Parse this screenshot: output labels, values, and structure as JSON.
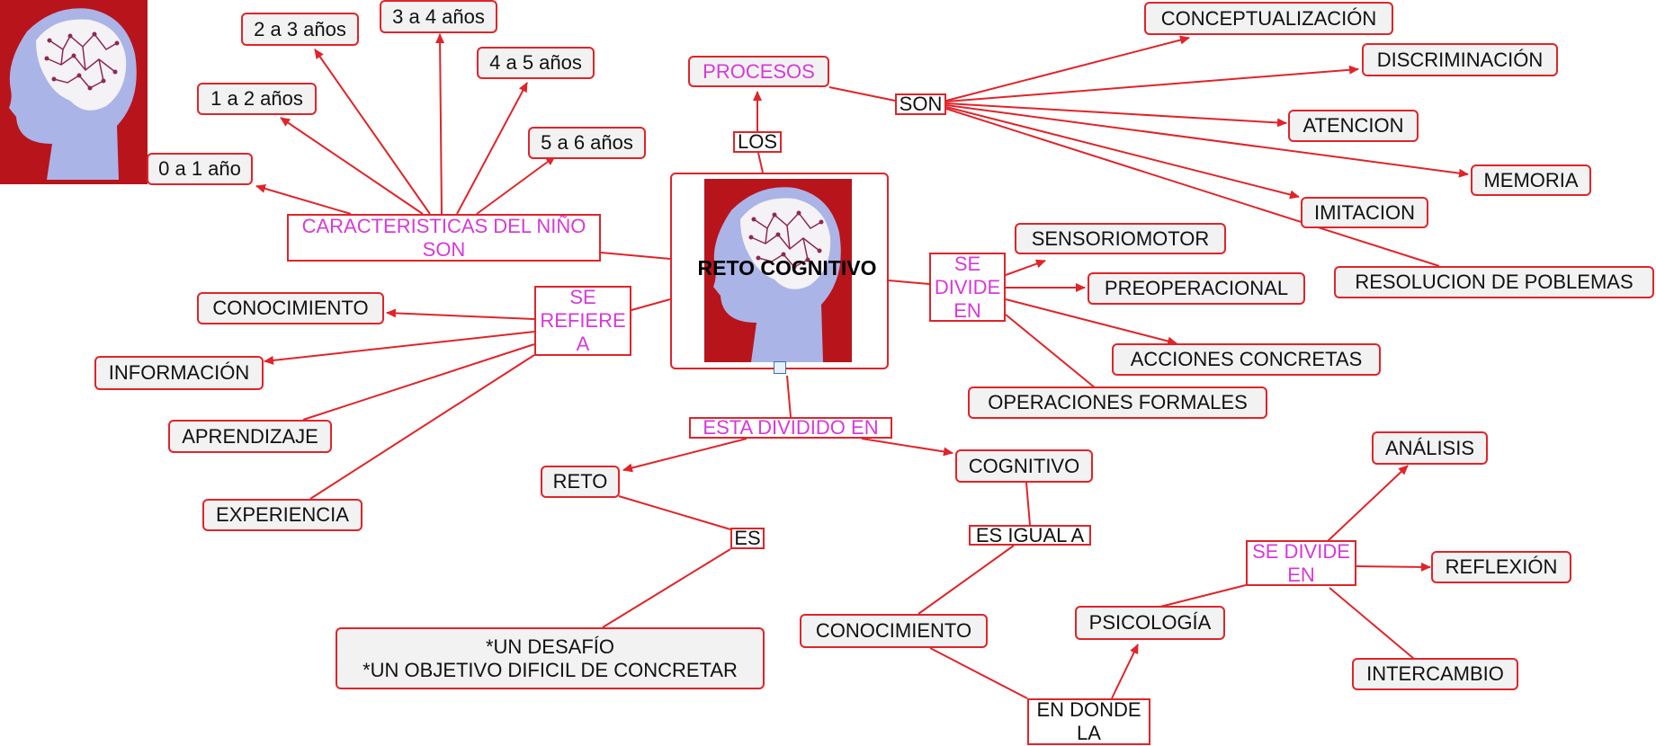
{
  "center": {
    "title": "RETO COGNITIVO"
  },
  "links": {
    "los": "LOS",
    "procesos": "PROCESOS",
    "son": "SON",
    "caracteristicas": "CARACTERISTICAS DEL NIÑO\nSON",
    "se_refiere": "SE\nREFIERE\nA",
    "se_divide_en": "SE\nDIVIDE\nEN",
    "esta_dividido": "ESTA DIVIDIDO EN",
    "es": "ES",
    "es_igual_a": "ES IGUAL A",
    "en_donde_la": "EN DONDE\nLA",
    "se_divide_en_2": "SE DIVIDE\nEN"
  },
  "concepts": {
    "age_0_1": "0 a 1 año",
    "age_1_2": "1 a 2 años",
    "age_2_3": "2 a 3 años",
    "age_3_4": "3 a 4 años",
    "age_4_5": "4 a 5 años",
    "age_5_6": "5 a 6 años",
    "conceptualizacion": "CONCEPTUALIZACIÓN",
    "discriminacion": "DISCRIMINACIÓN",
    "atencion": "ATENCION",
    "memoria": "MEMORIA",
    "imitacion": "IMITACION",
    "resolucion": "RESOLUCION DE POBLEMAS",
    "sensoriomotor": "SENSORIOMOTOR",
    "preoperacional": "PREOPERACIONAL",
    "acciones": "ACCIONES CONCRETAS",
    "operaciones": "OPERACIONES FORMALES",
    "conocimiento_left": "CONOCIMIENTO",
    "informacion": "INFORMACIÓN",
    "aprendizaje": "APRENDIZAJE",
    "experiencia": "EXPERIENCIA",
    "reto": "RETO",
    "cognitivo": "COGNITIVO",
    "desafio": "*UN DESAFÍO\n*UN OBJETIVO DIFICIL DE CONCRETAR",
    "conocimiento_bottom": "CONOCIMIENTO",
    "psicologia": "PSICOLOGÍA",
    "analisis": "ANÁLISIS",
    "reflexion": "REFLEXIÓN",
    "intercambio": "INTERCAMBIO"
  },
  "colors": {
    "line": "#e0242a",
    "link_text": "#d63ad6",
    "node_bg": "#f2f2f2",
    "head_bg": "#b8141c",
    "head_face": "#aab4e6",
    "brain": "#f5f2f6",
    "circuit": "#8b2a55"
  }
}
